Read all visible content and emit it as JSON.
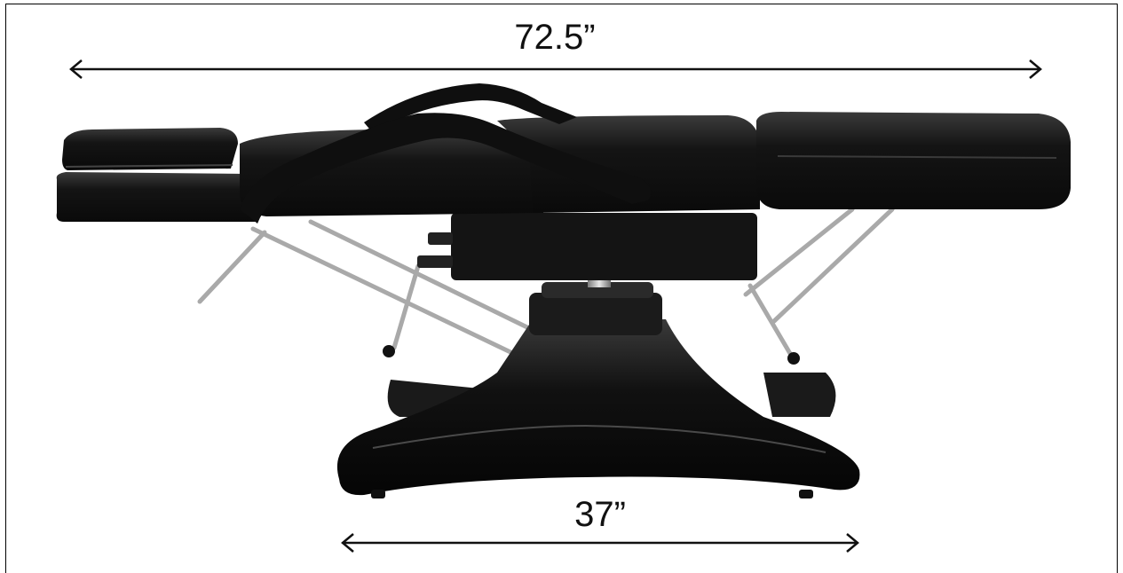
{
  "image": {
    "description_of_subject": "tattoo-chair-photo",
    "background_color": "#ffffff",
    "product_color": "#111111",
    "chrome_color": "#b5b5b5"
  },
  "dimensions": {
    "overall_length_label": "72.5”",
    "base_width_label": "37”"
  }
}
